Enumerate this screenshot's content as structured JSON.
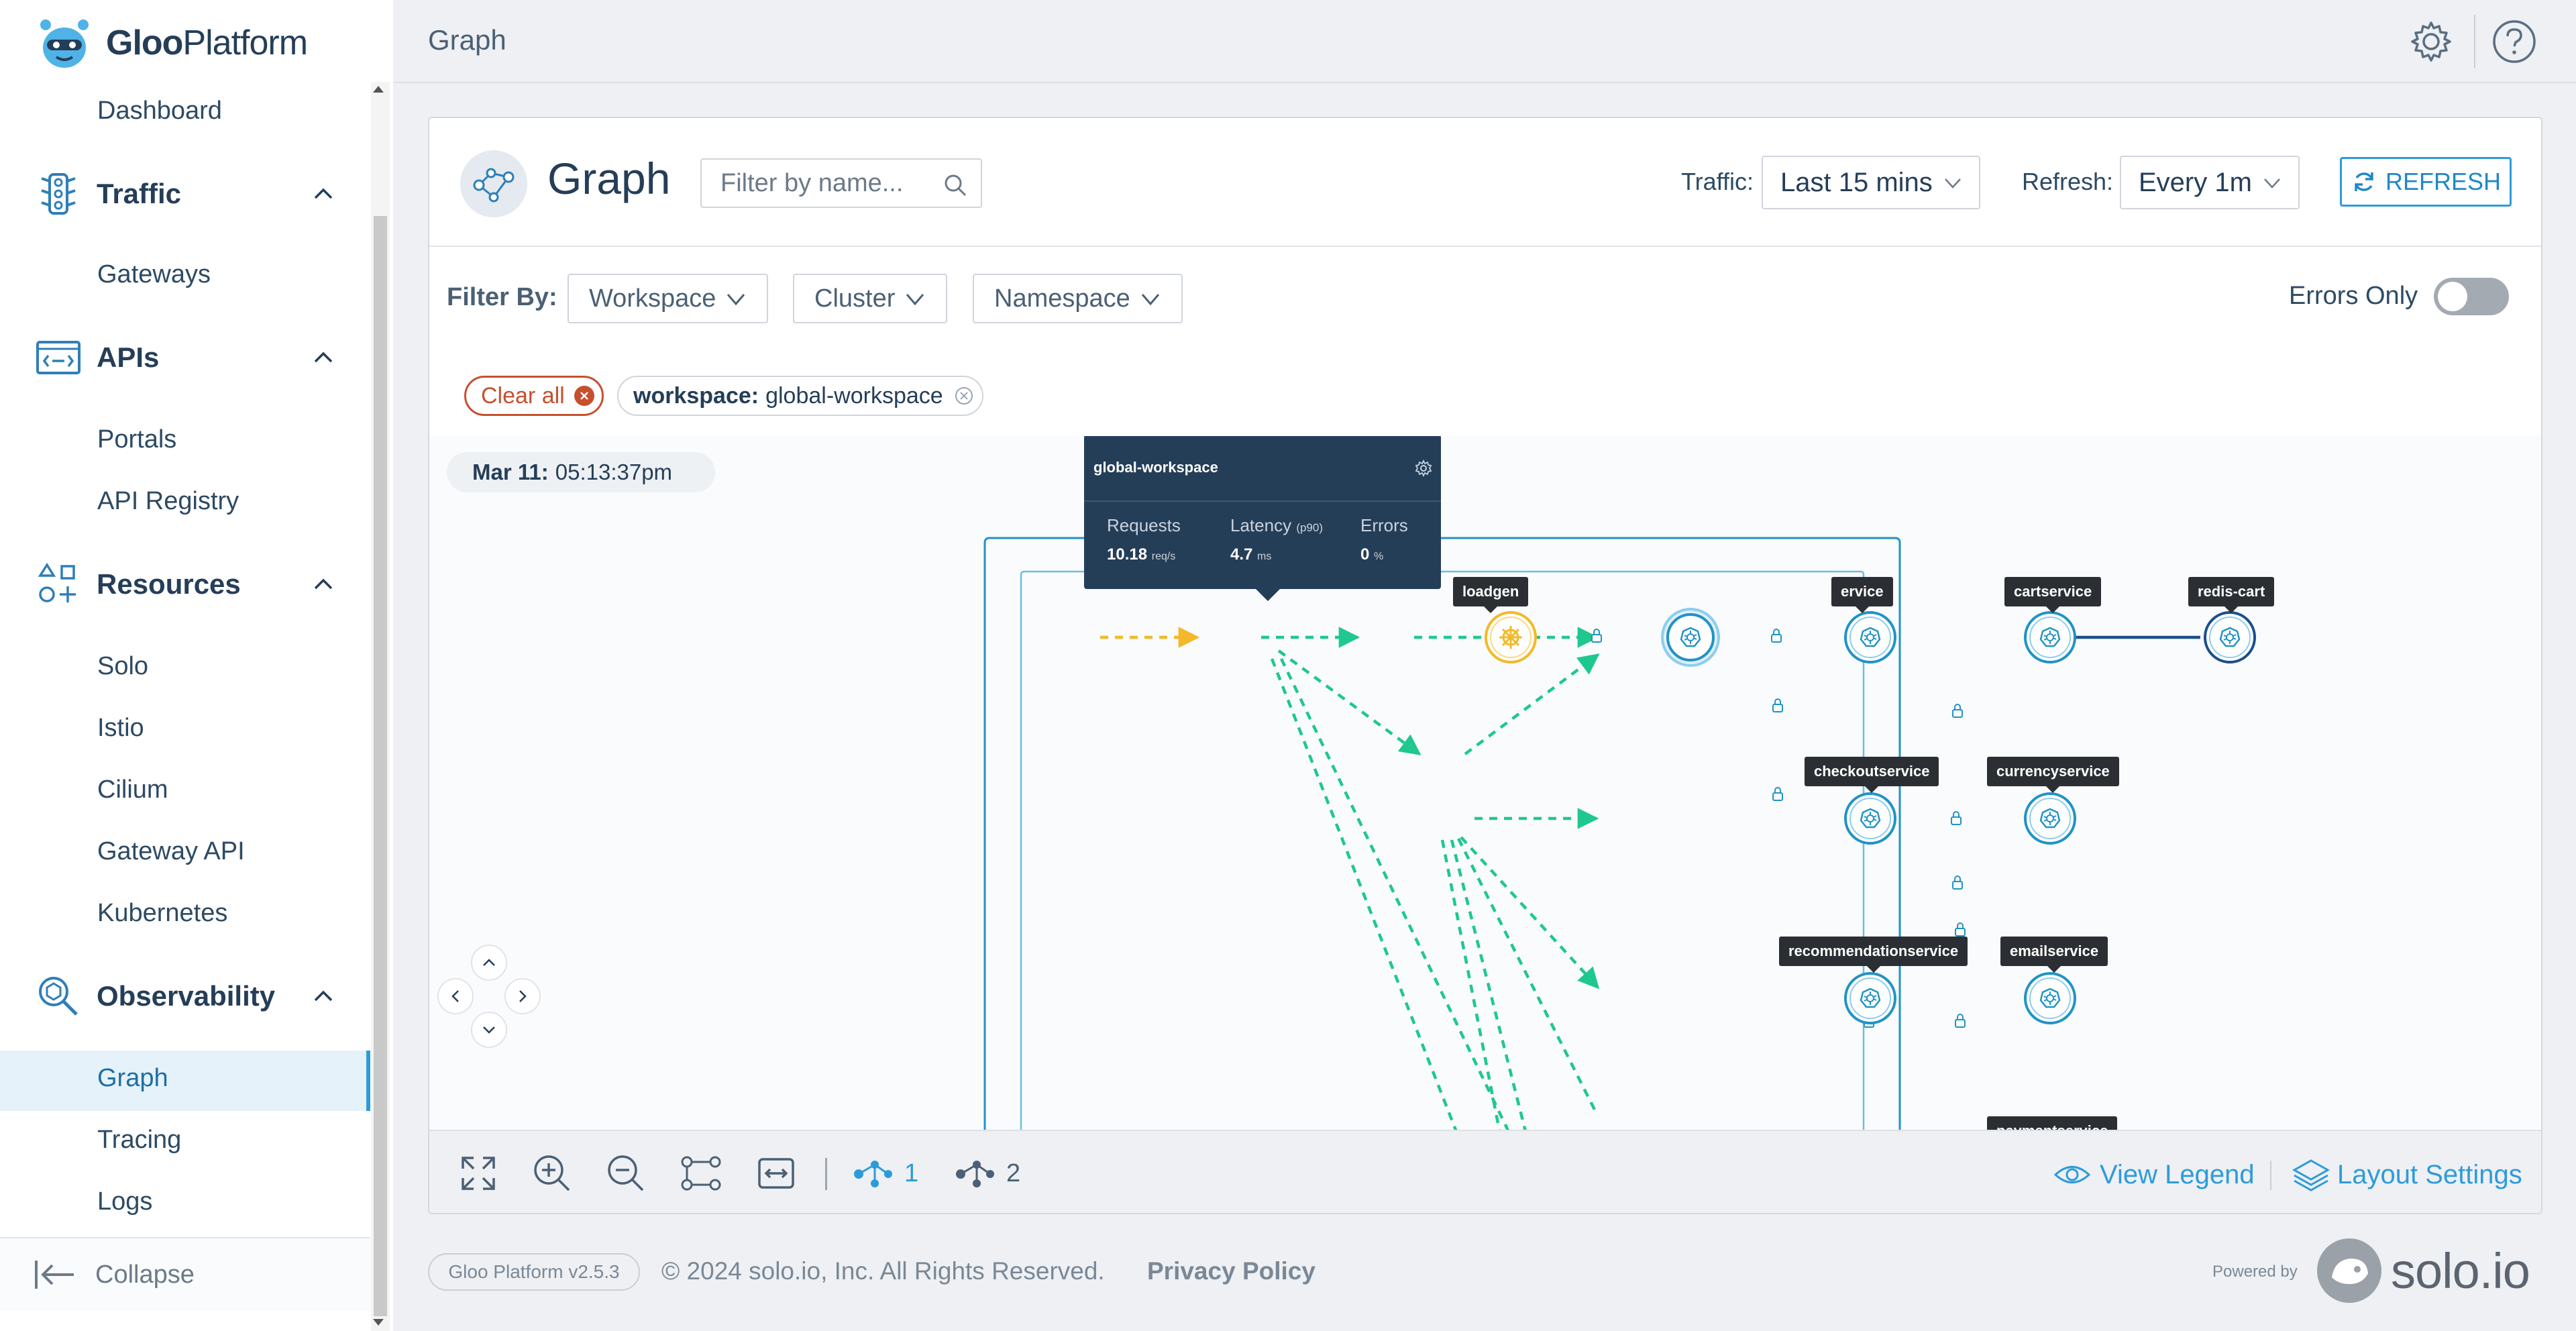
{
  "sidebar": {
    "brand_bold": "Gloo",
    "brand_rest": "Platform",
    "dashboard": "Dashboard",
    "traffic": {
      "label": "Traffic",
      "items": [
        "Gateways"
      ]
    },
    "apis": {
      "label": "APIs",
      "items": [
        "Portals",
        "API Registry"
      ]
    },
    "resources": {
      "label": "Resources",
      "items": [
        "Solo",
        "Istio",
        "Cilium",
        "Gateway API",
        "Kubernetes"
      ]
    },
    "observability": {
      "label": "Observability",
      "items": [
        "Graph",
        "Tracing",
        "Logs"
      ]
    },
    "active_item": "Graph",
    "collapse": "Collapse"
  },
  "header": {
    "title": "Graph"
  },
  "card": {
    "title": "Graph",
    "search_placeholder": "Filter by name...",
    "traffic_label": "Traffic:",
    "traffic_value": "Last 15 mins",
    "refresh_label": "Refresh:",
    "refresh_value": "Every 1m",
    "refresh_button": "REFRESH",
    "filter_by": "Filter By:",
    "filters": [
      "Workspace",
      "Cluster",
      "Namespace"
    ],
    "errors_only": "Errors Only",
    "errors_only_on": false,
    "clear_all": "Clear all",
    "chip_key": "workspace:",
    "chip_value": "global-workspace"
  },
  "graph": {
    "timestamp_date": "Mar 11:",
    "timestamp_time": "05:13:37pm",
    "tooltip": {
      "title": "global-workspace",
      "requests_label": "Requests",
      "requests_value": "10.18",
      "requests_unit": "req/s",
      "latency_label": "Latency",
      "latency_sub": "(p90)",
      "latency_value": "4.7",
      "latency_unit": "ms",
      "errors_label": "Errors",
      "errors_value": "0",
      "errors_unit": "%"
    },
    "labels": {
      "loadgen": "loadgen",
      "service": "ervice",
      "cartservice": "cartservice",
      "redis_cart": "redis-cart",
      "checkoutservice": "checkoutservice",
      "currencyservice": "currencyservice",
      "recommendationservice": "recommendationservice",
      "emailservice": "emailservice",
      "paymentservice": "paymentservice"
    },
    "colors": {
      "mtls_edge": "#1fc88e",
      "ingress_edge": "#f4b829",
      "tcp_edge": "#1b4f8c",
      "node": "#2193c6"
    }
  },
  "toolbar": {
    "hop1": "1",
    "hop2": "2",
    "view_legend": "View Legend",
    "layout_settings": "Layout Settings"
  },
  "footer": {
    "version": "Gloo Platform v2.5.3",
    "copyright": "© 2024 solo.io, Inc. All Rights Reserved.",
    "privacy": "Privacy Policy",
    "powered_by": "Powered by",
    "solo_logo": "solo.io"
  }
}
